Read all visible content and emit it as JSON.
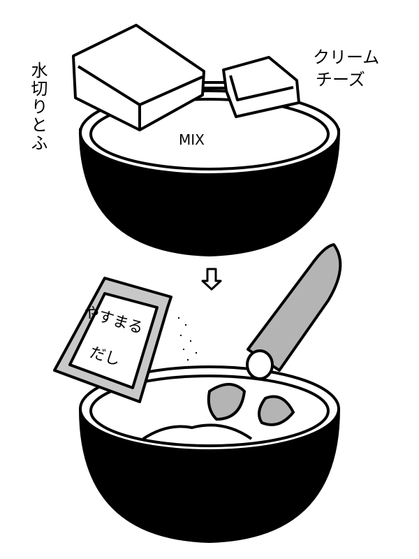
{
  "labels": {
    "tofu": "水切りとふ",
    "cream_cheese_line1": "クリーム",
    "cream_cheese_line2": "チーズ",
    "mix": "MIX",
    "dashi_line1": "やすまる",
    "dashi_line2": "だし"
  },
  "colors": {
    "ink": "#000000",
    "packet": "#c8c8c8",
    "cucumber": "#b4b4b4",
    "paper": "#ffffff"
  }
}
